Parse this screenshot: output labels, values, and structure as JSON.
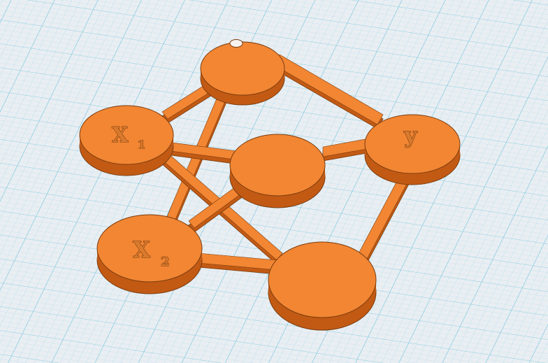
{
  "workplane": {
    "grid_color": "#8fd0e6",
    "background_color": "#e9eef2"
  },
  "model": {
    "color_top": "#f28633",
    "color_side": "#c25a14",
    "color_edge": "#7a3c0e",
    "nodes": [
      {
        "id": "bias",
        "label": "",
        "has_hole": true
      },
      {
        "id": "x1",
        "label": "X",
        "subscript": "1"
      },
      {
        "id": "y",
        "label": "y"
      },
      {
        "id": "hidden-1",
        "label": ""
      },
      {
        "id": "x2",
        "label": "X",
        "subscript": "2"
      },
      {
        "id": "hidden-2",
        "label": ""
      }
    ],
    "connections": [
      [
        "x1",
        "bias"
      ],
      [
        "bias",
        "y"
      ],
      [
        "bias",
        "x2"
      ],
      [
        "x1",
        "hidden-1"
      ],
      [
        "x1",
        "hidden-2"
      ],
      [
        "x2",
        "hidden-1"
      ],
      [
        "x2",
        "hidden-2"
      ],
      [
        "hidden-1",
        "y"
      ],
      [
        "hidden-2",
        "y"
      ]
    ]
  }
}
